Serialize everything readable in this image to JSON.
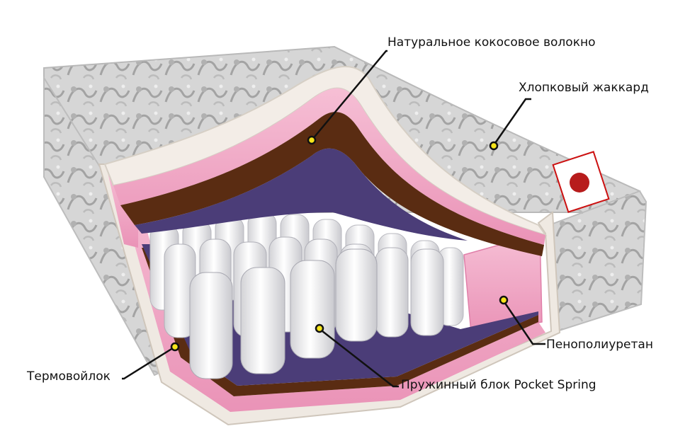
{
  "callouts": {
    "coir": "Натуральное кокосовое волокно",
    "jacquard": "Хлопковый жаккард",
    "foam": "Пенополиуретан",
    "felt": "Термовойлок",
    "springs": "Пружинный блок Pocket Spring"
  },
  "colors": {
    "quilt": "#d4d4d4",
    "quilt_pattern": "#a9a9a9",
    "foam_pink": "#f1a9c6",
    "coir_brown": "#5a2c12",
    "felt_purple": "#4b3d78",
    "spring_white": "#f4f4f4",
    "marker_yellow": "#f6e51b"
  }
}
